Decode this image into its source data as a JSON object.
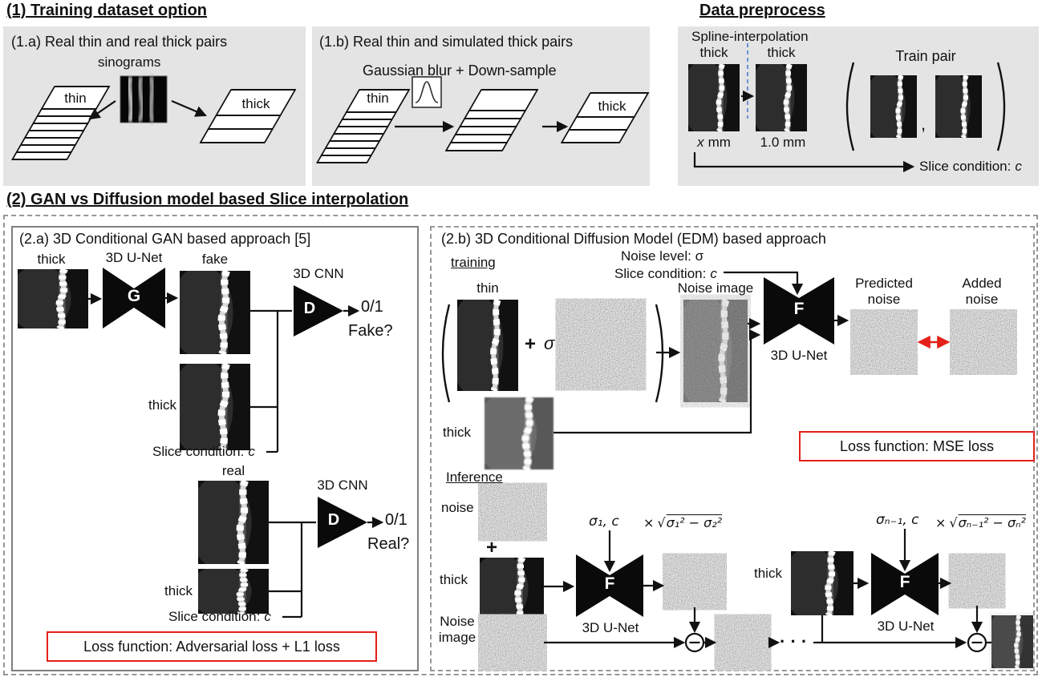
{
  "shared": {
    "thin": "thin",
    "thick": "thick",
    "unet": "3D U-Net",
    "cnn": "3D CNN",
    "out": "0/1",
    "slice_condition": "Slice condition:",
    "c": "c",
    "noise_image": "Noise image"
  },
  "section1": {
    "title": "(1) Training dataset option",
    "panel_a": {
      "title": "(1.a) Real thin and real thick pairs",
      "sinograms": "sinograms"
    },
    "panel_b": {
      "title": "(1.b) Real thin and simulated thick pairs",
      "ops": "Gaussian blur + Down-sample"
    }
  },
  "preprocess": {
    "title": "Data preprocess",
    "spline": "Spline-interpolation",
    "x_var": "x",
    "x_unit": "mm",
    "mm": "1.0 mm",
    "train_pair": "Train pair",
    "comma": ","
  },
  "section2": {
    "title": "(2) GAN vs Diffusion model based Slice interpolation",
    "gan": {
      "title": "(2.a) 3D Conditional GAN based approach [5]",
      "g": "G",
      "d": "D",
      "fake": "fake",
      "real": "real",
      "fake_q": "Fake?",
      "real_q": "Real?",
      "loss": "Loss function: Adversarial loss + L1 loss"
    },
    "diffusion": {
      "title": "(2.b) 3D Conditional Diffusion Model (EDM) based approach",
      "training": "training",
      "noise_level": "Noise level: σ",
      "inference": "Inference",
      "noise": "noise",
      "plus": "+",
      "sigma": "σ",
      "f": "F",
      "predicted_noise": "Predicted noise",
      "added_noise": "Added noise",
      "loss": "Loss function: MSE loss",
      "sigma1_c": "σ₁, c",
      "sigman_c": "σₙ₋₁, c",
      "times": "×",
      "sqrt": "√",
      "sqrt1": "σ₁² − σ₂²",
      "sqrt2": "σₙ₋₁² − σₙ²",
      "dots": "· · ·"
    }
  }
}
